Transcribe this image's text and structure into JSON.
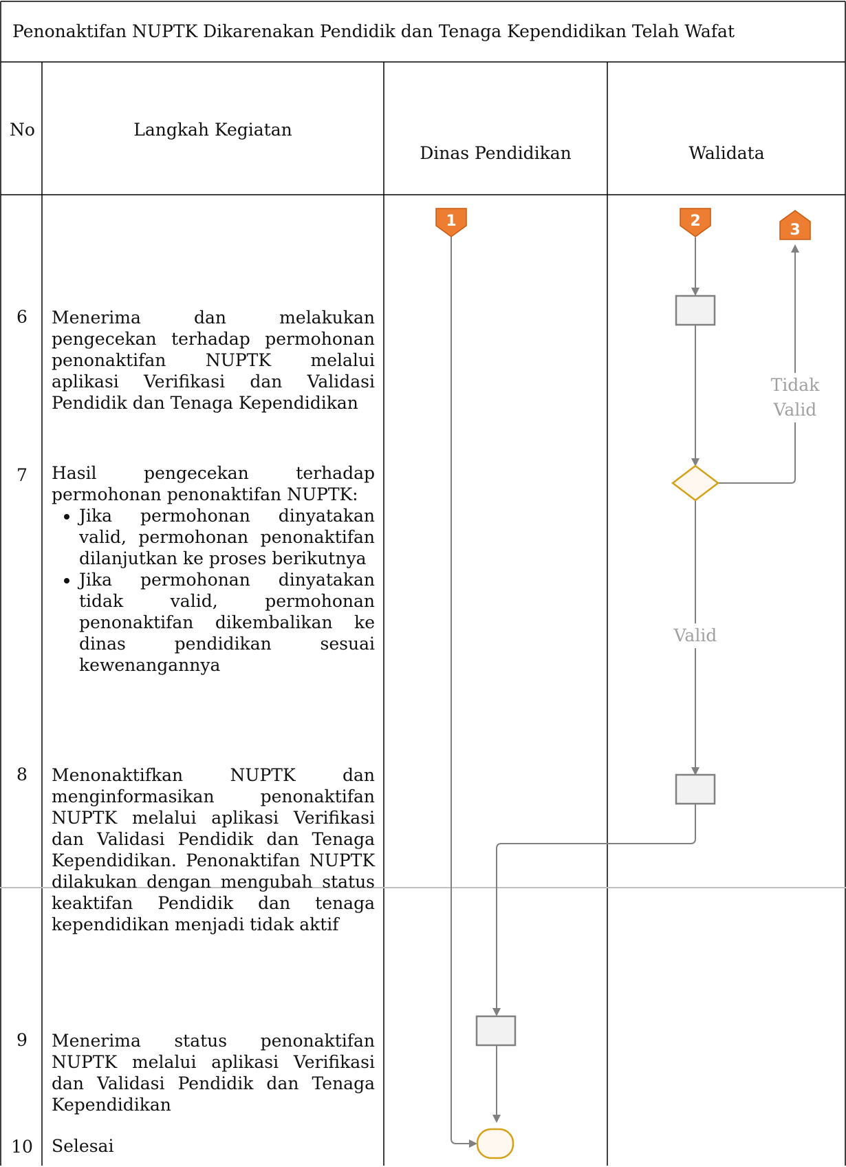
{
  "title": "Penonaktifan NUPTK Dikarenakan Pendidik dan Tenaga Kependidikan Telah Wafat",
  "headers": {
    "no": "No",
    "langkah": "Langkah Kegiatan",
    "dinas": "Dinas Pendidikan",
    "walidata": "Walidata"
  },
  "steps": [
    {
      "no": "6",
      "text": "Menerima dan melakukan pengecekan terhadap permohonan penonaktifan NUPTK melalui aplikasi Verifikasi dan Validasi Pendidik dan Tenaga Kependidikan"
    },
    {
      "no": "7",
      "text": "Hasil pengecekan terhadap permohonan penonaktifan NUPTK:",
      "bullets": [
        "Jika permohonan dinyatakan valid, permohonan penonaktifan dilanjutkan ke proses berikutnya",
        "Jika permohonan dinyatakan tidak valid, permohonan penonaktifan dikembalikan ke dinas pendidikan sesuai kewenangannya"
      ]
    },
    {
      "no": "8",
      "text": "Menonaktifkan NUPTK dan menginformasikan penonaktifan NUPTK melalui aplikasi Verifikasi dan Validasi Pendidik dan Tenaga Kependidikan. Penonaktifan NUPTK dilakukan dengan mengubah status keaktifan Pendidik dan tenaga kependidikan menjadi tidak aktif"
    },
    {
      "no": "9",
      "text": "Menerima status penonaktifan NUPTK melalui aplikasi Verifikasi dan Validasi Pendidik dan Tenaga Kependidikan"
    },
    {
      "no": "10",
      "text": "Selesai"
    }
  ],
  "connectors": {
    "c1": "1",
    "c2": "2",
    "c3": "3"
  },
  "flow_labels": {
    "tidak_valid_1": "Tidak",
    "tidak_valid_2": "Valid",
    "valid": "Valid"
  },
  "colors": {
    "connector": "#ed7d31",
    "decision": "#d4a017",
    "process_fill": "#f2f2f2",
    "process_stroke": "#808080",
    "terminator": "#d4a017"
  }
}
